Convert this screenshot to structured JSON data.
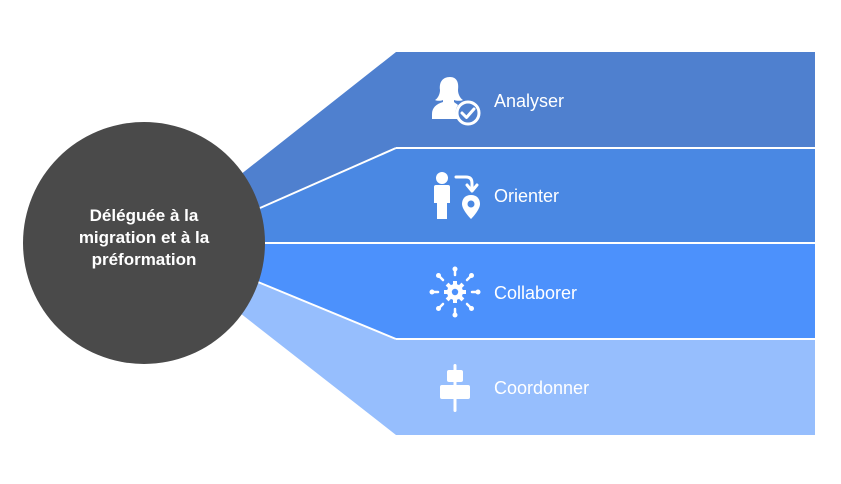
{
  "center": {
    "lines": [
      "Déléguée à la",
      "migration et à la",
      "préformation"
    ]
  },
  "items": [
    {
      "label": "Analyser",
      "icon": "person-check-icon",
      "color": "#4F80CF"
    },
    {
      "label": "Orienter",
      "icon": "person-location-icon",
      "color": "#4A88E3"
    },
    {
      "label": "Collaborer",
      "icon": "network-gear-icon",
      "color": "#4C91FC"
    },
    {
      "label": "Coordonner",
      "icon": "align-center-icon",
      "color": "#96BEFD"
    }
  ],
  "colors": {
    "circle": "#4A4A4A",
    "text": "#FFFFFF",
    "background": "#FFFFFF"
  }
}
